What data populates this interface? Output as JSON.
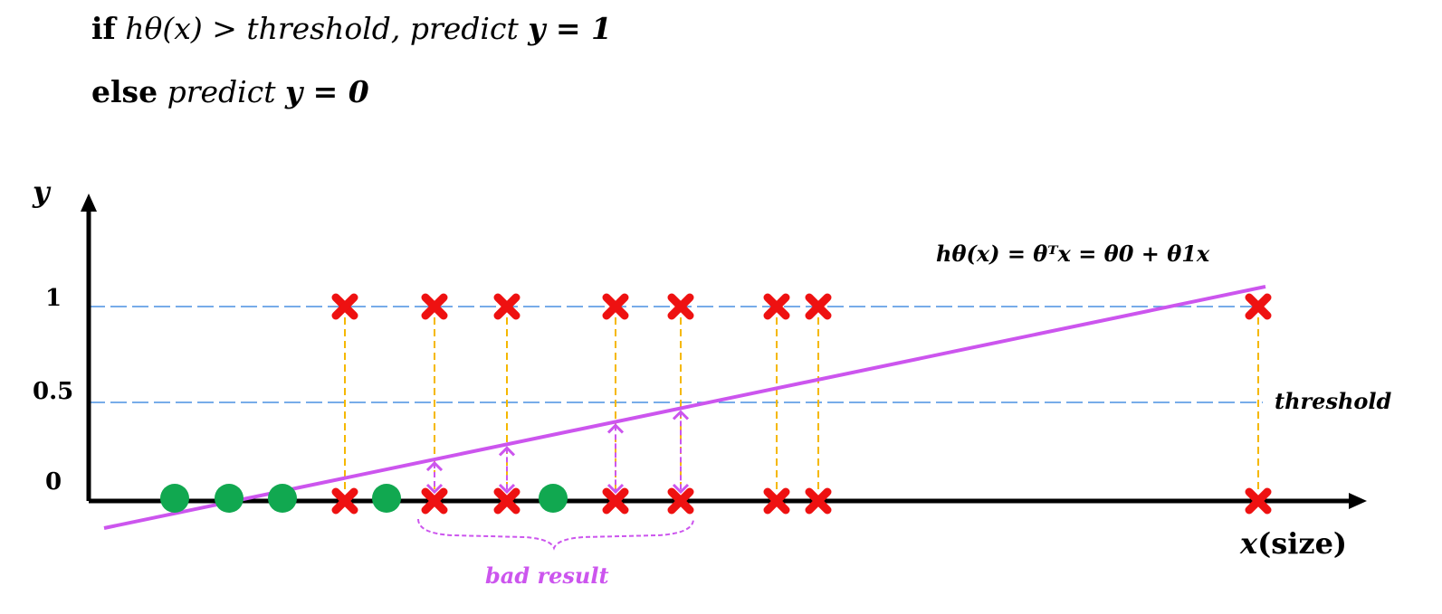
{
  "rules": {
    "if_keyword": "if",
    "if_condition": "hθ(x) > threshold, predict",
    "if_target": "y = 1",
    "else_keyword": "else",
    "else_predict": "predict",
    "else_target": "y = 0"
  },
  "plot": {
    "y_axis_label": "y",
    "x_axis_var": "x",
    "x_axis_unit": "(size)",
    "tick_labels": [
      "1",
      "0.5",
      "0"
    ],
    "threshold_label": "threshold",
    "hypothesis_label": "hθ(x) = θᵀx = θ0 + θ1x",
    "bad_result_label": "bad result",
    "colors": {
      "positive_marker": "#ee1111",
      "negative_marker": "#11a850",
      "regression_line": "#cc55ee",
      "dashed_guides": "#4a90e2",
      "projection": "#f5b800"
    }
  }
}
